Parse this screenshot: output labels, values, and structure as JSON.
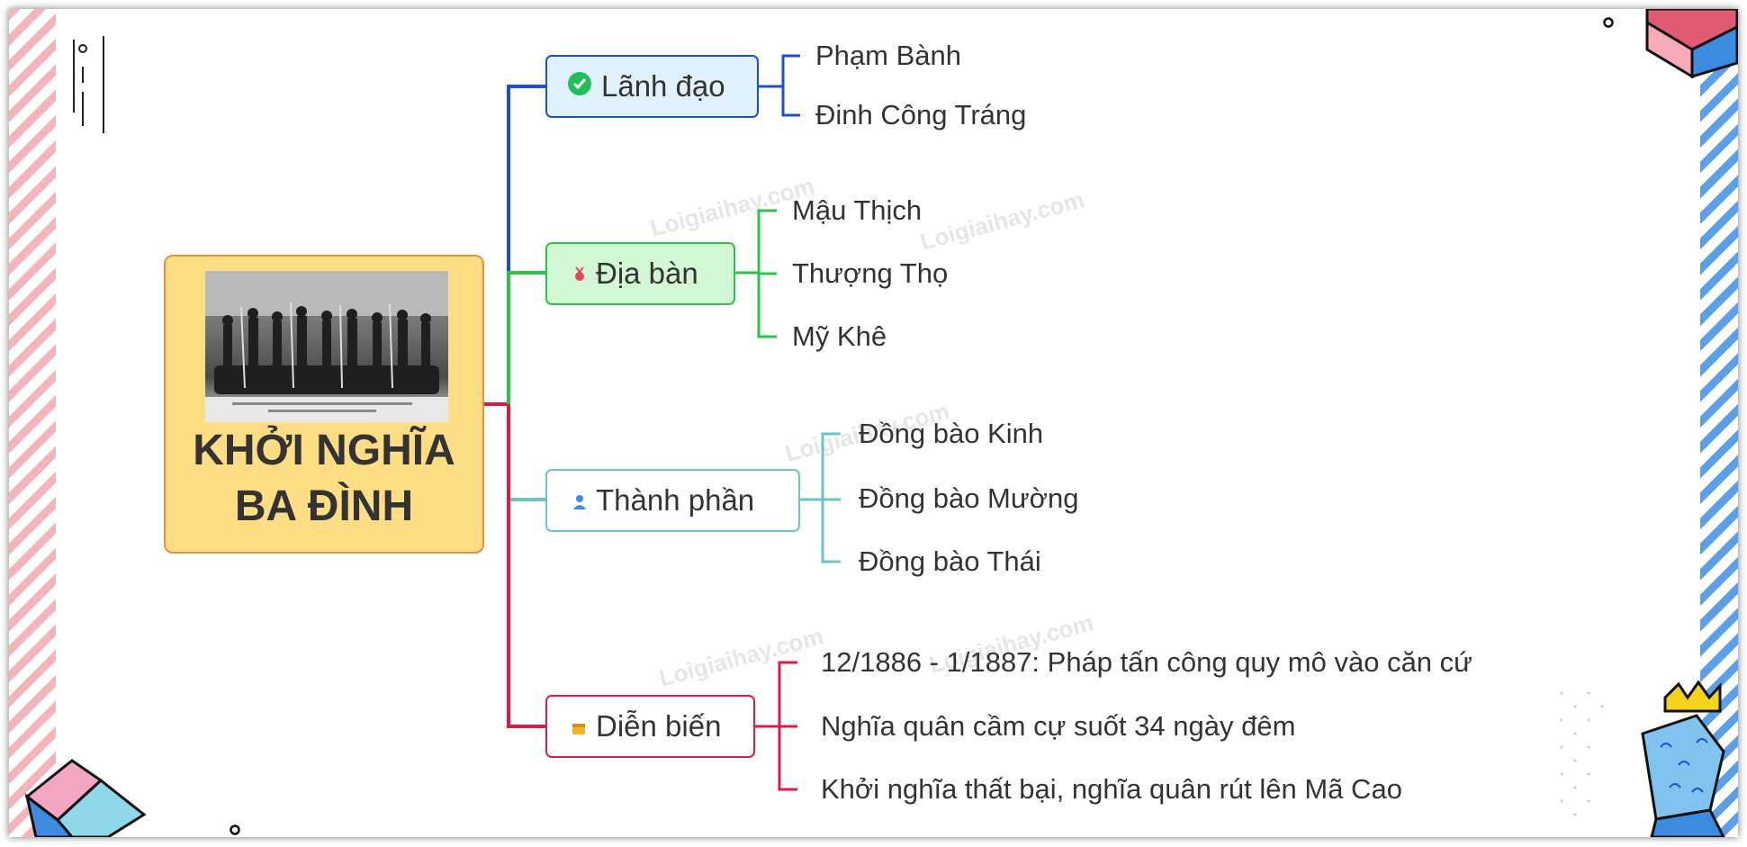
{
  "root": {
    "title": "KHỞI NGHĨA BA ĐÌNH",
    "title_line1": "KHỞI NGHĨA",
    "title_line2": "BA ĐÌNH",
    "image": "historical-group-photo"
  },
  "branches": [
    {
      "label": "Lãnh đạo",
      "icon": "check-circle-icon",
      "color": "#1d4fd0",
      "fill": "#e1f1fd",
      "children": [
        "Phạm Bành",
        "Đinh Công Tráng"
      ]
    },
    {
      "label": "Địa bàn",
      "icon": "medal-icon",
      "color": "#2fc24a",
      "fill": "#d1f7d3",
      "children": [
        "Mậu Thịch",
        "Thượng Thọ",
        "Mỹ Khê"
      ]
    },
    {
      "label": "Thành phần",
      "icon": "person-icon",
      "color": "#6cc5c0",
      "fill": "#ffffff",
      "children": [
        "Đồng bào Kinh",
        "Đồng bào Mường",
        "Đồng bào Thái"
      ]
    },
    {
      "label": "Diễn biến",
      "icon": "calendar-icon",
      "color": "#de1b44",
      "fill": "#ffffff",
      "children": [
        "12/1886 - 1/1887: Pháp tấn công quy mô vào căn cứ",
        "Nghĩa quân cầm cự suốt 34 ngày đêm",
        "Khởi nghĩa thất bại, nghĩa quân rút lên Mã Cao"
      ]
    }
  ],
  "watermark": "Loigiaihay.com",
  "colors": {
    "root_fill": "#fedd84",
    "root_border": "#e5913a",
    "root_connector": "#de1b44",
    "stripe_left": "#f4b4bc",
    "stripe_right": "#5a9fe8"
  }
}
